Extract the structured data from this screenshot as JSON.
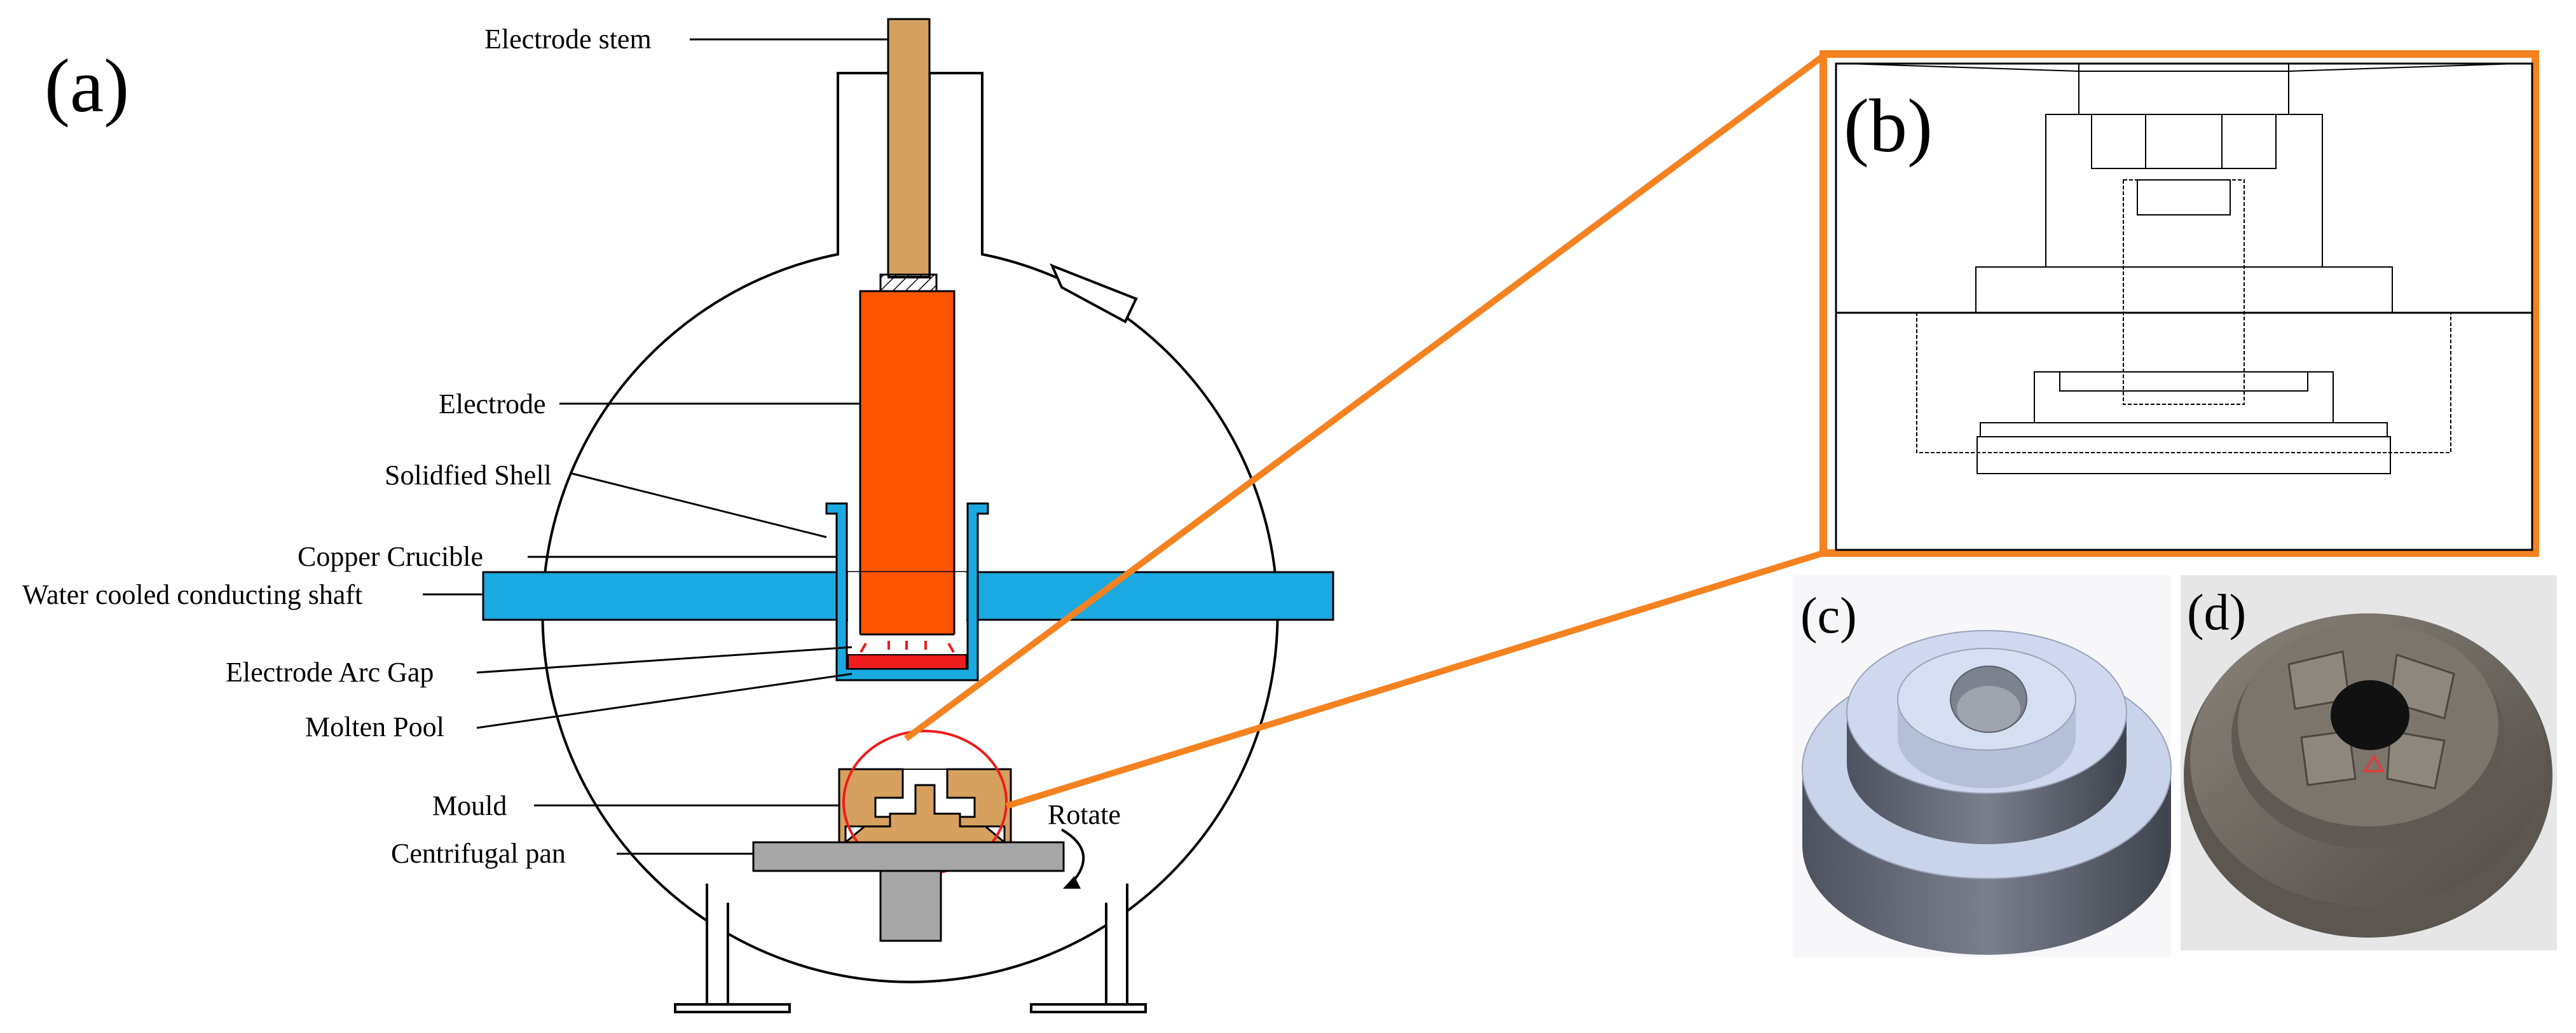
{
  "panels": {
    "a": "(a)",
    "b": "(b)",
    "c": "(c)",
    "d": "(d)"
  },
  "labels": {
    "electrode_stem": "Electrode stem",
    "electrode": "Electrode",
    "solidified_shell": "Solidfied Shell",
    "copper_crucible": "Copper Crucible",
    "water_cooled_shaft": "Water cooled conducting shaft",
    "electrode_arc_gap": "Electrode Arc Gap",
    "molten_pool": "Molten Pool",
    "mould": "Mould",
    "centrifugal_pan": "Centrifugal pan",
    "rotate": "Rotate"
  },
  "colors": {
    "electrode_stem": "#d6a15f",
    "electrode": "#ff5500",
    "shaft": "#1ba9e1",
    "molten_pool": "#ee1c1c",
    "mould": "#d6a15f",
    "pan": "#a6a6a6",
    "pedestal": "#a6a6a6",
    "highlight_circle": "#ee1c1c",
    "zoom_frame": "#f58220",
    "render_face": "#c9d3ea",
    "render_side": "#6b7080",
    "photo_body": "#6f6a63",
    "photo_bg": "#e6e6e6"
  }
}
